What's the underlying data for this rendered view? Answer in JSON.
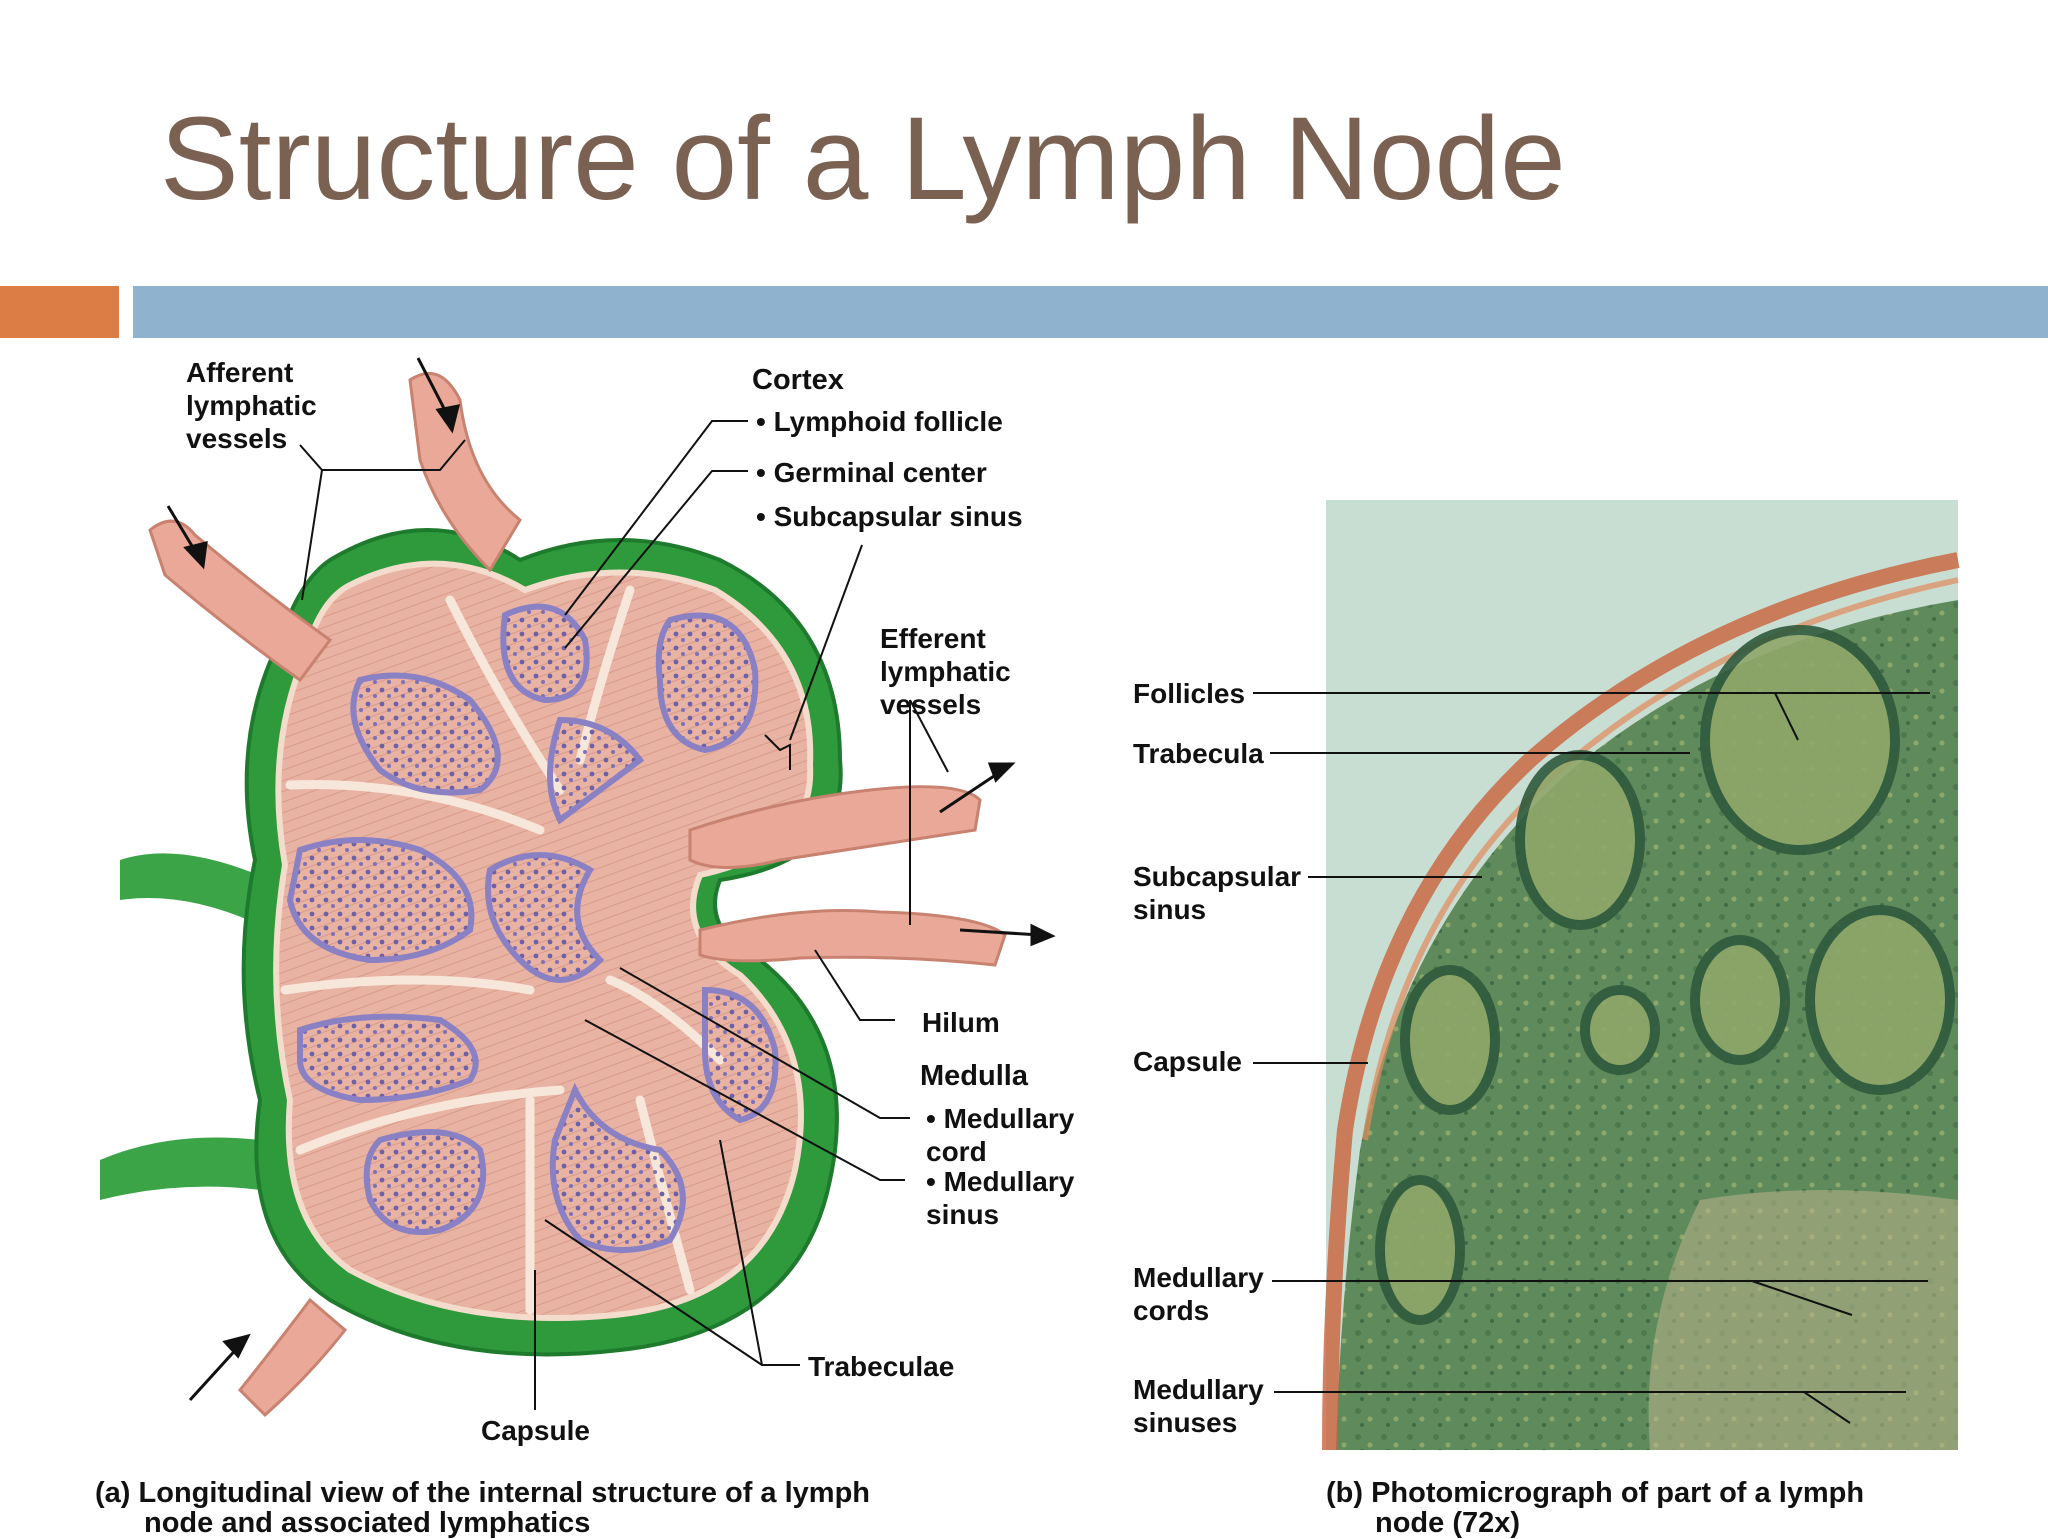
{
  "title": "Structure of a Lymph Node",
  "panel_a": {
    "labels": {
      "afferent": "Afferent\nlymphatic\nvessels",
      "cortex": "Cortex",
      "lymphoid_follicle": "• Lymphoid follicle",
      "germinal_center": "• Germinal center",
      "subcapsular_sinus": "• Subcapsular sinus",
      "efferent": "Efferent\nlymphatic\nvessels",
      "hilum": "Hilum",
      "medulla": "Medulla",
      "medullary_cord": "• Medullary\n  cord",
      "medullary_sinus": "• Medullary\n  sinus",
      "trabeculae": "Trabeculae",
      "capsule": "Capsule"
    },
    "caption_tag": "(a)",
    "caption_line1": "Longitudinal view of the internal structure of a lymph",
    "caption_line2": "node and associated lymphatics"
  },
  "panel_b": {
    "labels": {
      "follicles": "Follicles",
      "trabecula": "Trabecula",
      "subcapsular_sinus": "Subcapsular\nsinus",
      "capsule": "Capsule",
      "medullary_cords": "Medullary\ncords",
      "medullary_sinuses": "Medullary\nsinuses"
    },
    "caption_tag": "(b)",
    "caption_line1": "Photomicrograph of part of a lymph",
    "caption_line2": "node (72x)"
  },
  "colors": {
    "title": "#7a6152",
    "accent_orange": "#dc7d45",
    "accent_blue": "#8fb3cf",
    "capsule_green": "#2e9a3c",
    "tissue_pink": "#e9b3a3",
    "follicle_purple": "#9a8fcb",
    "micro_green": "#5e8a58",
    "micro_bg": "#c9ded3"
  }
}
